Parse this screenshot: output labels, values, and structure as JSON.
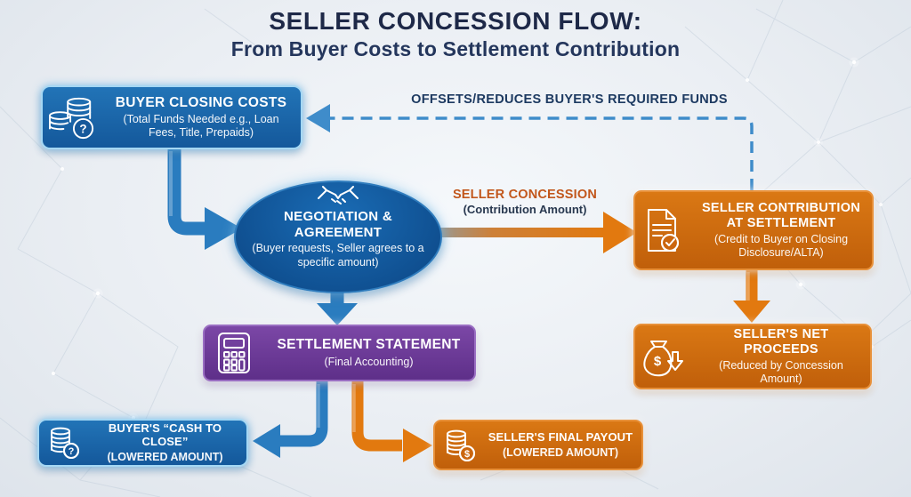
{
  "header": {
    "title": "SELLER CONCESSION FLOW:",
    "subtitle": "From Buyer Costs to Settlement Contribution"
  },
  "labels": {
    "offsets": "OFFSETS/REDUCES BUYER'S REQUIRED FUNDS",
    "seller_concession": "SELLER CONCESSION",
    "contribution_amount": "(Contribution Amount)"
  },
  "nodes": {
    "buyer_closing_costs": {
      "title": "BUYER CLOSING COSTS",
      "subtitle": "(Total Funds Needed e.g., Loan Fees, Title, Prepaids)",
      "icon": "coins-question-icon"
    },
    "negotiation": {
      "title": "NEGOTIATION & AGREEMENT",
      "subtitle": "(Buyer requests, Seller agrees to a specific amount)",
      "icon": "handshake-icon"
    },
    "seller_contribution": {
      "title": "SELLER CONTRIBUTION AT SETTLEMENT",
      "subtitle": "(Credit to Buyer on Closing Disclosure/ALTA)",
      "icon": "document-check-icon"
    },
    "net_proceeds": {
      "title": "SELLER'S NET PROCEEDS",
      "subtitle": "(Reduced by Concession Amount)",
      "icon": "money-bag-down-icon"
    },
    "settlement_statement": {
      "title": "SETTLEMENT STATEMENT",
      "subtitle": "(Final Accounting)",
      "icon": "calculator-icon"
    },
    "cash_to_close": {
      "title": "BUYER'S “CASH TO CLOSE”",
      "subtitle": "(LOWERED AMOUNT)",
      "icon": "coins-question-icon"
    },
    "final_payout": {
      "title": "SELLER'S FINAL PAYOUT",
      "subtitle": "(LOWERED AMOUNT)",
      "icon": "coins-dollar-icon"
    }
  },
  "colors": {
    "background": "#eaeef3",
    "node_blue": "#1b64a7",
    "node_orange": "#cd690f",
    "node_purple": "#6c3a96",
    "title_navy": "#1e2948",
    "arrow_blue": "#2a7cbf",
    "arrow_orange": "#e2790f",
    "dashed_blue": "#3f8cca",
    "concession_orange": "#c2571c"
  }
}
